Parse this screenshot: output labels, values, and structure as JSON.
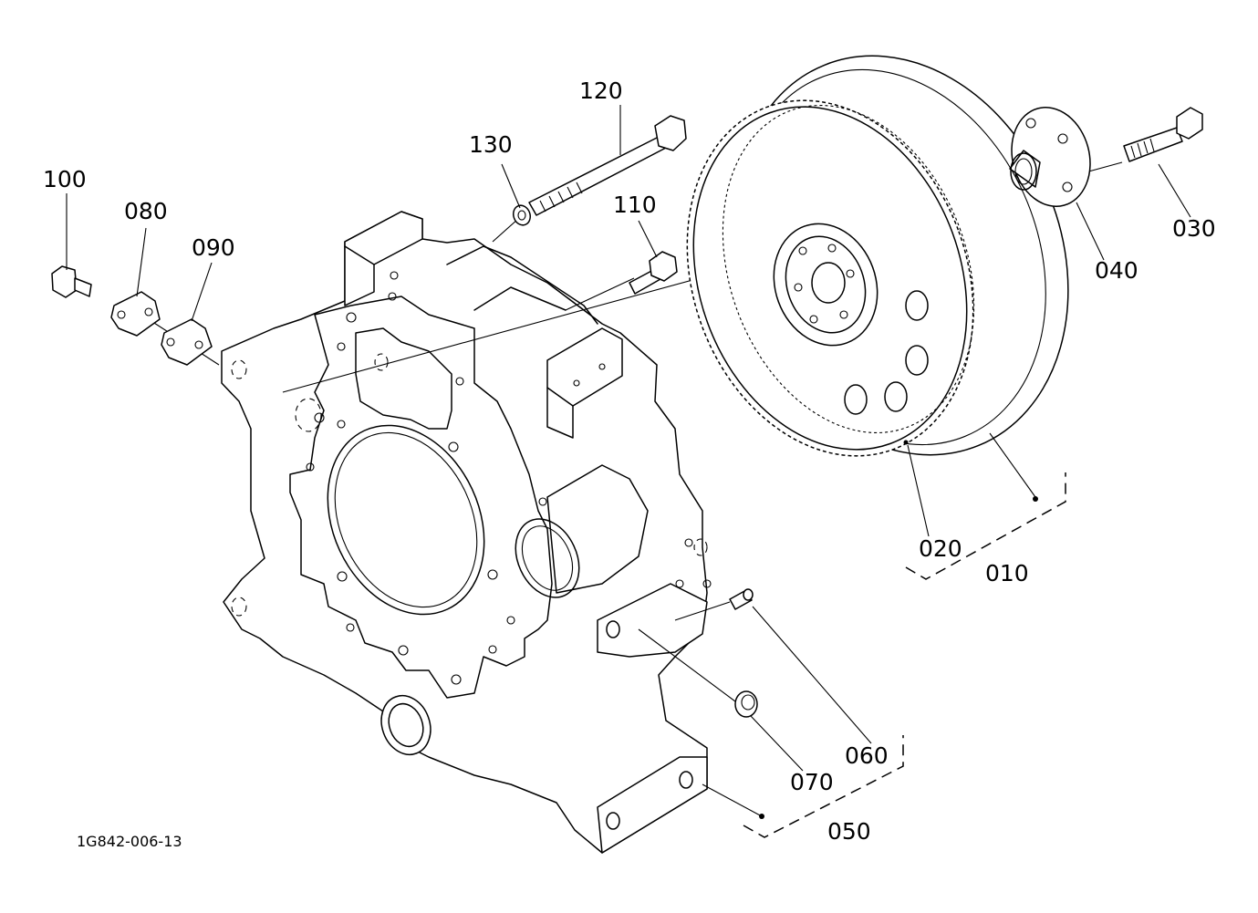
{
  "diagram": {
    "type": "exploded-parts-diagram",
    "drawing_code": "1G842-006-13",
    "part_labels": [
      "010",
      "020",
      "030",
      "040",
      "050",
      "060",
      "070",
      "080",
      "090",
      "100",
      "110",
      "120",
      "130"
    ]
  }
}
